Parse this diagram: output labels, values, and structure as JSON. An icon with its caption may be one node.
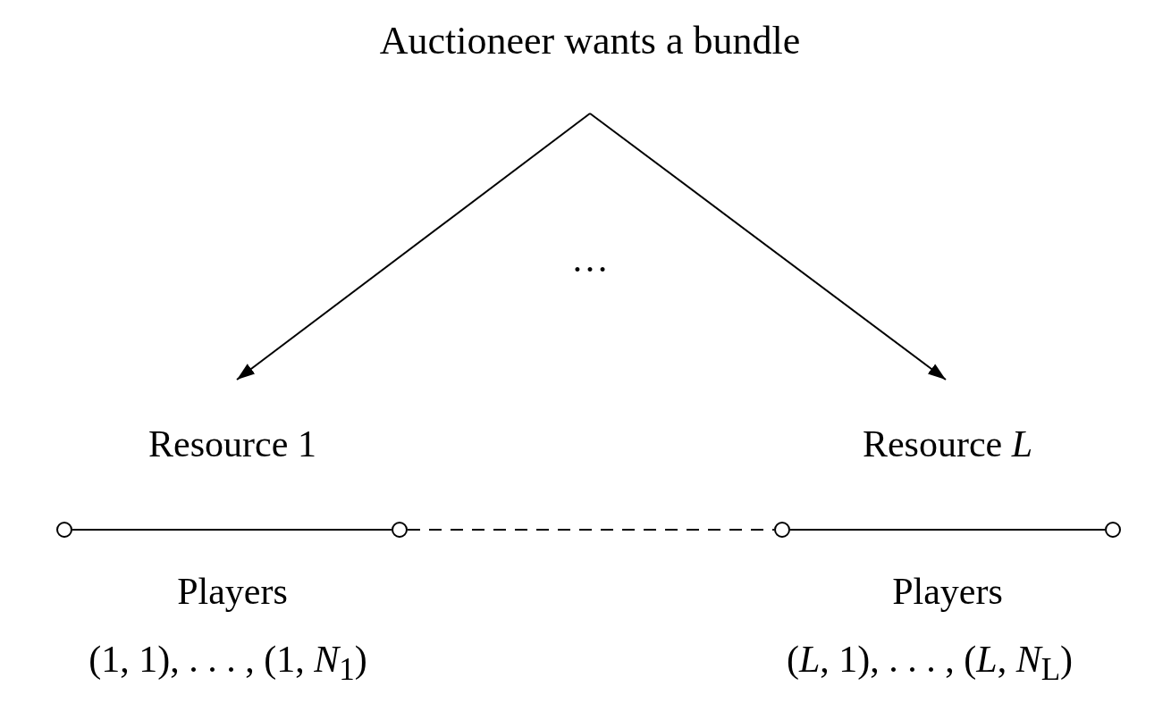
{
  "diagram": {
    "nodes": [
      {
        "text": [
          "Auctioneer wants a bundle"
        ]
      },
      {
        "text": [
          "Resource 1"
        ]
      },
      {
        "text": [
          "Resource *L*"
        ]
      },
      {
        "text": [],
        "shape": "circle"
      },
      {
        "text": [],
        "shape": "circle"
      },
      {
        "text": [],
        "shape": "circle"
      },
      {
        "text": [],
        "shape": "circle"
      }
    ],
    "edges": [
      {
        "from": 0,
        "to": 1,
        "arrow": "to"
      },
      {
        "from": 0,
        "to": 2,
        "arrow": "to"
      },
      {
        "from": 3,
        "to": 4,
        "arrow": "none"
      },
      {
        "from": 4,
        "to": 5,
        "arrow": "none",
        "style": "dashed"
      },
      {
        "from": 5,
        "to": 6,
        "arrow": "none"
      }
    ],
    "labels": [
      "…",
      "Players",
      "Players",
      "(1, 1), . . . , (1, *N*$_{1}$)",
      "(*L*, 1), . . . , (*L*, *N*$_{L}$)"
    ]
  }
}
